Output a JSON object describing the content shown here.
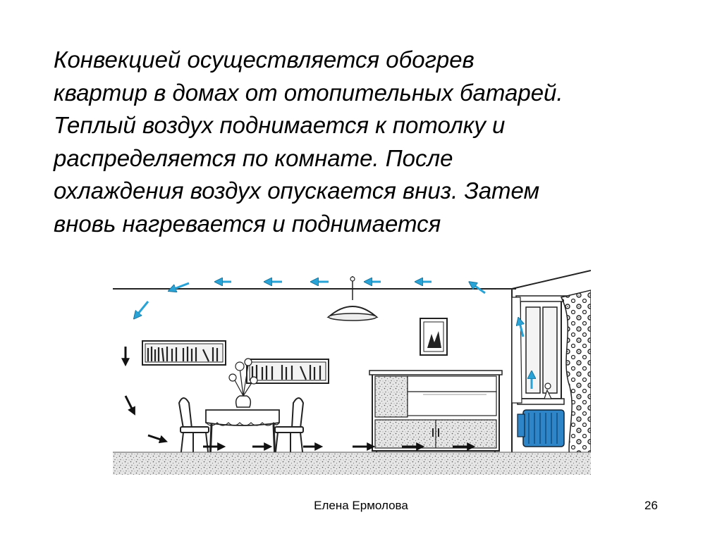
{
  "slide": {
    "text_lines": [
      "Конвекцией осуществляется обогрев",
      "квартир в домах от отопительных батарей.",
      "Теплый воздух поднимается к потолку и",
      "распределяется по комнате. После",
      "охлаждения воздух опускается вниз. Затем",
      "вновь нагревается и поднимается"
    ]
  },
  "illustration": {
    "arrow_colors": {
      "warm_air": "#29a3d6",
      "cool_air": "#111111"
    },
    "radiator_color": "#2e86c8"
  },
  "footer": {
    "author": "Елена Ермолова",
    "page": "26"
  }
}
